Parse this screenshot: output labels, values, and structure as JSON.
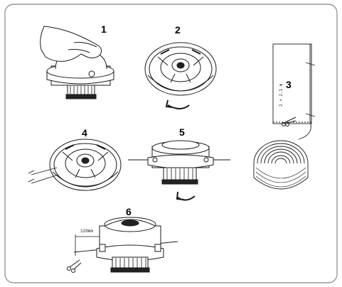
{
  "steps": {
    "s1": "1",
    "s2": "2",
    "s3": "3",
    "s4": "4",
    "s5": "5",
    "s6": "6"
  },
  "annotations": {
    "line_length": "2 × 2.1 m",
    "offset": "120mm"
  },
  "colors": {
    "frame": "#9a9a9a",
    "ink": "#1a1a1a",
    "background": "#ffffff"
  }
}
